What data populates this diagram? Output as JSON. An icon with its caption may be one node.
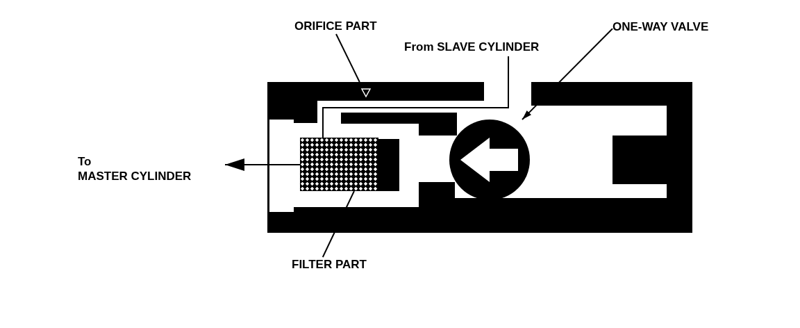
{
  "diagram": {
    "nodes": [
      {
        "text": [
          "ORIFICE PART"
        ]
      },
      {
        "text": [
          "From SLAVE CYLINDER"
        ]
      },
      {
        "text": [
          "ONE-WAY VALVE"
        ]
      },
      {
        "text": [
          "To",
          "MASTER CYLINDER"
        ]
      },
      {
        "text": [
          "FILTER PART"
        ]
      },
      {
        "text": [],
        "shape": "box"
      },
      {
        "text": [],
        "shape": "circle",
        "in": 5
      },
      {
        "text": [],
        "shape": "box",
        "in": 5
      }
    ],
    "edges": [
      {
        "from": 0,
        "to": 5,
        "arrow": "none"
      },
      {
        "from": 2,
        "to": 6,
        "arrow": "to"
      },
      {
        "from": 4,
        "to": 7,
        "arrow": "none"
      },
      {
        "from": 1,
        "to": 7,
        "arrow": "none"
      },
      {
        "from": 7,
        "to": 3,
        "arrow": "to"
      }
    ]
  }
}
